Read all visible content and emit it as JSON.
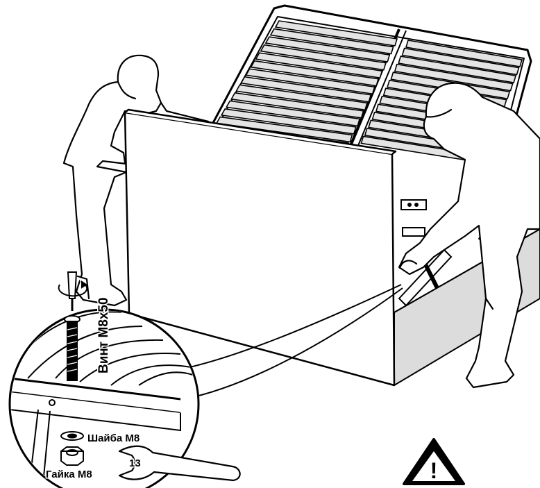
{
  "labels": {
    "bolt": "Винт М8х50",
    "washer": "Шайба М8",
    "nut": "Гайка М8",
    "wrench": "13",
    "warning": "!"
  },
  "colors": {
    "line": "#000000",
    "panel_fill": "#ffffff",
    "slat_fill": "#e4e4e4",
    "side_fill": "#dcdcdc"
  },
  "icons": [
    "warning-triangle-icon",
    "wrench-icon",
    "bolt-icon",
    "washer-icon",
    "nut-icon"
  ]
}
